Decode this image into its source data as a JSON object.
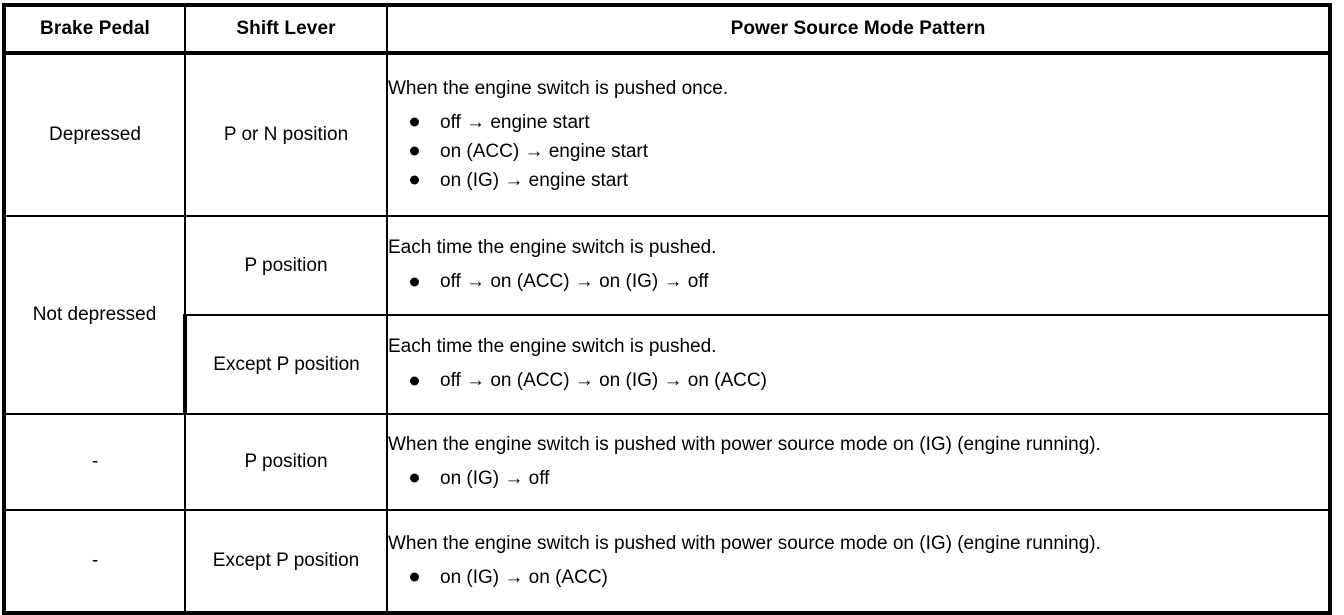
{
  "table": {
    "headers": {
      "brake_pedal": "Brake Pedal",
      "shift_lever": "Shift Lever",
      "power_source_mode_pattern": "Power Source Mode Pattern"
    },
    "rows": [
      {
        "brake_pedal": "Depressed",
        "shift_lever": "P or N position",
        "lead": "When the engine switch is pushed once.",
        "steps": [
          "off → engine start",
          "on (ACC) → engine start",
          "on (IG) → engine start"
        ]
      },
      {
        "brake_pedal": "Not depressed",
        "shift_lever": "P position",
        "lead": "Each time the engine switch is pushed.",
        "steps": [
          "off → on (ACC) → on (IG) → off"
        ]
      },
      {
        "brake_pedal": "",
        "shift_lever": "Except P position",
        "lead": "Each time the engine switch is pushed.",
        "steps": [
          "off → on (ACC) → on (IG) → on (ACC)"
        ]
      },
      {
        "brake_pedal": "-",
        "shift_lever": "P position",
        "lead": "When the engine switch is pushed with power source mode on (IG) (engine running).",
        "steps": [
          "on (IG) → off"
        ]
      },
      {
        "brake_pedal": "-",
        "shift_lever": "Except P position",
        "lead": "When the engine switch is pushed with power source mode on (IG) (engine running).",
        "steps": [
          "on (IG) → on (ACC)"
        ]
      }
    ]
  },
  "colors": {
    "border": "#000000",
    "text": "#000000",
    "background": "#ffffff"
  }
}
